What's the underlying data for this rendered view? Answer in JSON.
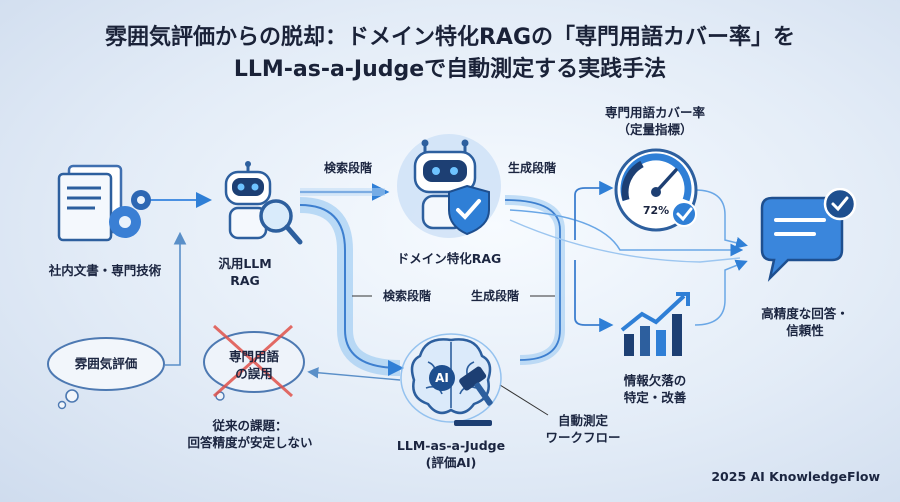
{
  "title": {
    "line1": "雰囲気評価からの脱却：ドメイン特化RAGの「専門用語カバー率」を",
    "line2": "LLM-as-a-Judgeで自動測定する実践手法"
  },
  "nodes": {
    "docs": "社内文書・専門技術",
    "vibe": "雰囲気評価",
    "generic_rag_1": "汎用LLM",
    "generic_rag_2": "RAG",
    "misuse_1": "専門用語",
    "misuse_2": "の誤用",
    "problem_1": "従来の課題：",
    "problem_2": "回答精度が安定しない",
    "domain_rag": "ドメイン特化RAG",
    "judge_1": "LLM-as-a-Judge",
    "judge_2": "(評価AI)",
    "judge_badge": "AI",
    "coverage_1": "専門用語カバー率",
    "coverage_2": "（定量指標）",
    "gauge_value": "72%",
    "gap_1": "情報欠落の",
    "gap_2": "特定・改善",
    "result_1": "高精度な回答・",
    "result_2": "信頼性",
    "auto_1": "自動測定",
    "auto_2": "ワークフロー"
  },
  "edges": {
    "search_top": "検索段階",
    "gen_top": "生成段階",
    "search_mid": "検索段階",
    "gen_mid": "生成段階"
  },
  "footer": "2025 AI KnowledgeFlow",
  "colors": {
    "accent": "#2f7fd6",
    "dark": "#1e4f8f",
    "flow": "#7fb6ec",
    "warn": "#e0524b"
  }
}
